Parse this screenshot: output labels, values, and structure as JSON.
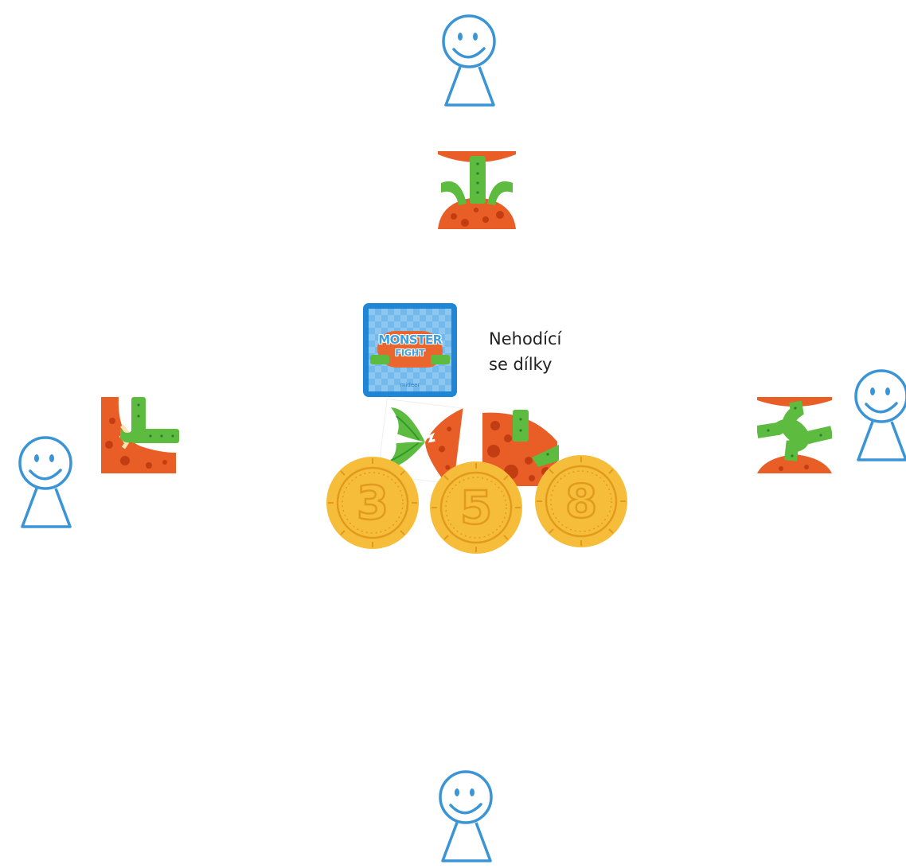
{
  "center": {
    "deck_logo_line1": "MONSTER",
    "deck_logo_line2": "FIGHT",
    "deck_brand": "mideer",
    "label_line1": "Nehodící",
    "label_line2": "se dílky"
  },
  "coins": [
    {
      "value": "3"
    },
    {
      "value": "5"
    },
    {
      "value": "8"
    }
  ],
  "colors": {
    "player_stroke": "#3a94d6",
    "monster_orange": "#e95d26",
    "monster_dots": "#c33d12",
    "arm_green": "#5dbb3f",
    "coin_gold": "#f6bd3a",
    "coin_ring": "#e29a1e",
    "deck_blue": "#1f86d6"
  },
  "players": [
    {
      "position": "top",
      "icon": "smiley-player-icon"
    },
    {
      "position": "right",
      "icon": "smiley-player-icon"
    },
    {
      "position": "bottom",
      "icon": "smiley-player-icon"
    },
    {
      "position": "left",
      "icon": "smiley-player-icon"
    }
  ]
}
